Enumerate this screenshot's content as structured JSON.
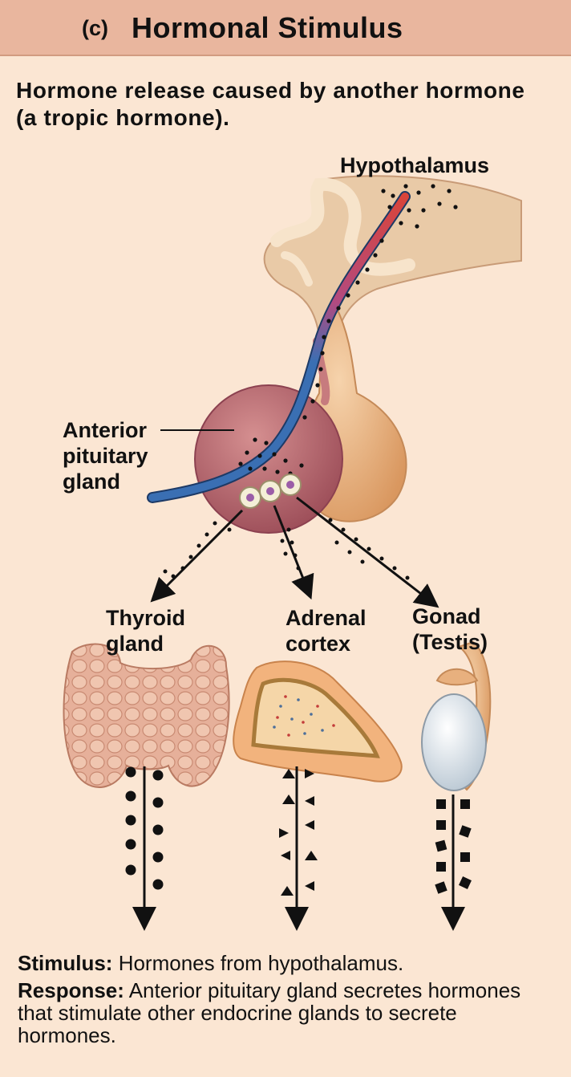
{
  "header": {
    "tag": "(c)",
    "title": "Hormonal Stimulus"
  },
  "subtitle": "Hormone release caused by another hormone (a tropic hormone).",
  "labels": {
    "hypothalamus": "Hypothalamus",
    "anterior_pituitary": [
      "Anterior",
      "pituitary",
      "gland"
    ],
    "thyroid": [
      "Thyroid",
      "gland"
    ],
    "adrenal": [
      "Adrenal",
      "cortex"
    ],
    "gonad": [
      "Gonad",
      "(Testis)"
    ]
  },
  "footer": {
    "stimulus_label": "Stimulus:",
    "stimulus_text": "Hormones from hypothalamus.",
    "response_label": "Response:",
    "response_text": "Anterior pituitary gland secretes hormones that stimulate other endocrine glands to secrete hormones."
  },
  "colors": {
    "background": "#fbe6d3",
    "header": "#e9b69e",
    "pituitary": "#b9686f",
    "posterior": "#e8b07e",
    "vessel_red": "#d9443a",
    "vessel_blue": "#3a6fb3",
    "thyroid": "#e2a98f",
    "adrenal": "#f2b37d"
  }
}
